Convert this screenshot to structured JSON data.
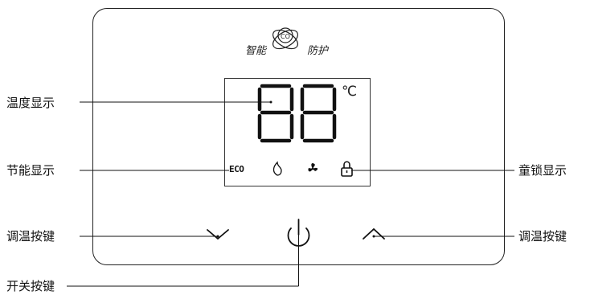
{
  "brand": {
    "left_text": "智能",
    "right_text": "防护",
    "logo_text": "CO"
  },
  "display": {
    "digits": "88",
    "unit": "℃",
    "indicators": {
      "eco_text": "ECO",
      "flame_icon": "flame-icon",
      "fan_icon": "fan-icon",
      "lock_icon": "lock-icon"
    }
  },
  "labels": {
    "temp_display": "温度显示",
    "eco_display": "节能显示",
    "child_lock_display": "童锁显示",
    "temp_adjust_left": "调温按键",
    "temp_adjust_right": "调温按键",
    "power_button": "开关按键"
  },
  "buttons": {
    "down_icon": "chevron-down-icon",
    "power_icon": "power-icon",
    "up_icon": "chevron-up-icon"
  }
}
